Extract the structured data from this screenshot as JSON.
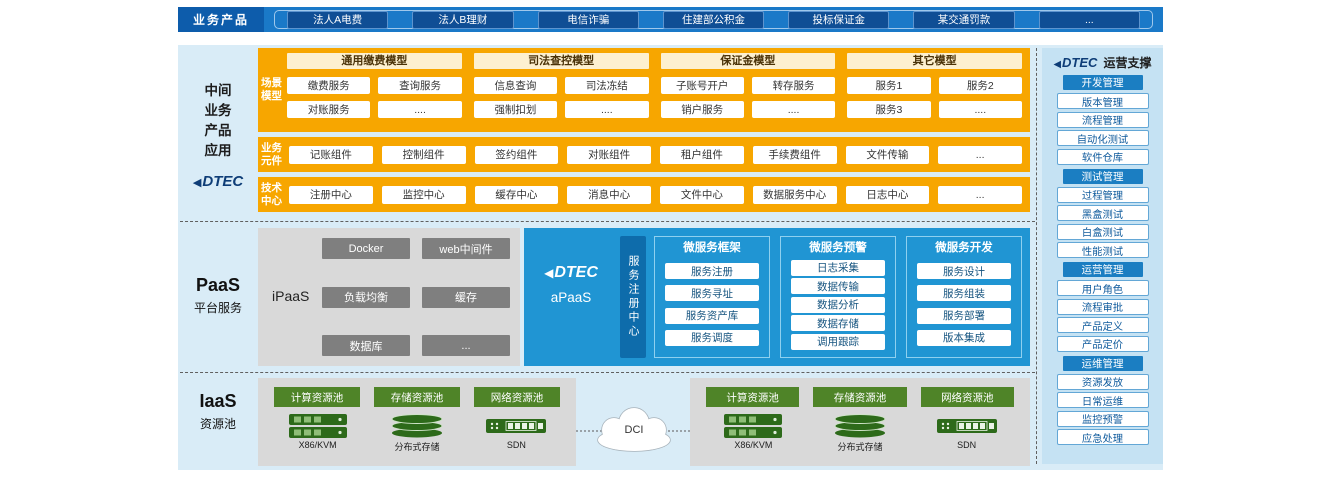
{
  "topbar": {
    "label": "业务产品",
    "products": [
      "法人A电费",
      "法人B理财",
      "电信诈骗",
      "住建部公积金",
      "投标保证金",
      "某交通罚款",
      "..."
    ]
  },
  "left": {
    "middle_label_lines": [
      "中间",
      "业务",
      "产品",
      "应用"
    ],
    "dtec_logo": "DTEC",
    "paas_title": "PaaS",
    "paas_sub": "平台服务",
    "iaas_title": "IaaS",
    "iaas_sub": "资源池"
  },
  "middle": {
    "scene_label_lines": [
      "场景",
      "模型"
    ],
    "scene_groups": [
      {
        "title": "通用缴费模型",
        "items": [
          "缴费服务",
          "查询服务",
          "对账服务",
          "...."
        ]
      },
      {
        "title": "司法查控模型",
        "items": [
          "信息查询",
          "司法冻结",
          "强制扣划",
          "...."
        ]
      },
      {
        "title": "保证金模型",
        "items": [
          "子账号开户",
          "转存服务",
          "销户服务",
          "...."
        ]
      },
      {
        "title": "其它模型",
        "items": [
          "服务1",
          "服务2",
          "服务3",
          "...."
        ]
      }
    ],
    "biz_label_lines": [
      "业务",
      "元件"
    ],
    "biz_items": [
      "记账组件",
      "控制组件",
      "签约组件",
      "对账组件",
      "租户组件",
      "手续费组件",
      "文件传输",
      "..."
    ],
    "tech_label_lines": [
      "技术",
      "中心"
    ],
    "tech_items": [
      "注册中心",
      "监控中心",
      "缓存中心",
      "消息中心",
      "文件中心",
      "数据服务中心",
      "日志中心",
      "..."
    ]
  },
  "paas": {
    "ipaas_label": "iPaaS",
    "ipaas_items": [
      "Docker",
      "web中间件",
      "负载均衡",
      "缓存",
      "数据库",
      "..."
    ],
    "apaas_logo": "DTEC",
    "apaas_label": "aPaaS",
    "registry_tab": "服务注册中心",
    "columns": [
      {
        "title": "微服务框架",
        "items": [
          "服务注册",
          "服务寻址",
          "服务资产库",
          "服务调度"
        ]
      },
      {
        "title": "微服务预警",
        "items": [
          "日志采集",
          "数据传输",
          "数据分析",
          "数据存储",
          "调用跟踪"
        ]
      },
      {
        "title": "微服务开发",
        "items": [
          "服务设计",
          "服务组装",
          "服务部署",
          "版本集成"
        ]
      }
    ]
  },
  "iaas": {
    "clusters": [
      {
        "pools": [
          "计算资源池",
          "存储资源池",
          "网络资源池"
        ],
        "icons": [
          "X86/KVM",
          "分布式存储",
          "SDN"
        ]
      },
      {
        "pools": [
          "计算资源池",
          "存储资源池",
          "网络资源池"
        ],
        "icons": [
          "X86/KVM",
          "分布式存储",
          "SDN"
        ]
      }
    ],
    "dci": "DCI"
  },
  "sidebar": {
    "logo": "DTEC",
    "title": "运营支撑",
    "groups": [
      {
        "title": "开发管理",
        "items": [
          "版本管理",
          "流程管理",
          "自动化测试",
          "软件仓库"
        ]
      },
      {
        "title": "测试管理",
        "items": [
          "过程管理",
          "黑盒测试",
          "白盒测试",
          "性能测试"
        ]
      },
      {
        "title": "运营管理",
        "items": [
          "用户角色",
          "流程审批",
          "产品定义",
          "产品定价"
        ]
      },
      {
        "title": "运维管理",
        "items": [
          "资源发放",
          "日常运维",
          "监控预警",
          "应急处理"
        ]
      }
    ]
  },
  "colors": {
    "bar-blue": "#1a79c8",
    "bar-blue-dark": "#0d5cab",
    "product-btn": "#0f4e95",
    "panel-bg": "#d9ecf7",
    "orange": "#f7a600",
    "orange-header": "#fdf0d0",
    "apaas-blue": "#2095d3",
    "apaas-dark": "#0e6cab",
    "gray-box": "#d9d9d9",
    "gray-btn": "#7f7f7f",
    "green-btn": "#4f8428",
    "green-icon": "#2d6a1a",
    "sidebar-bg": "#c5e2f3",
    "sidebar-header": "#1b7ec2",
    "navy": "#0e3d77"
  }
}
